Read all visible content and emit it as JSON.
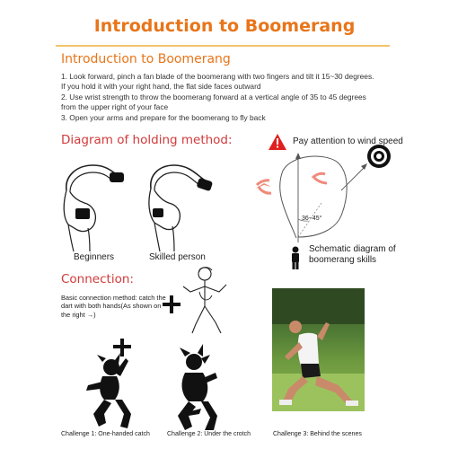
{
  "header": {
    "title": "Introduction to Boomerang",
    "subtitle": "Introduction to Boomerang"
  },
  "instructions": [
    "1. Look forward, pinch a fan blade of the boomerang with two fingers and tilt it 15~30 degrees.",
    "If you hold it with your right hand, the flat side faces outward",
    "2. Use wrist strength to throw the boomerang forward at a vertical angle of 35 to 45 degrees",
    "from the upper right of your face",
    "3. Open your arms and prepare for the boomerang to fly back"
  ],
  "holding": {
    "heading": "Diagram of holding method:",
    "beginners_label": "Beginners",
    "skilled_label": "Skilled person"
  },
  "flight": {
    "warning": "Pay attention to wind speed",
    "angle_label": "36~45°",
    "schematic_label": "Schematic diagram of boomerang skills"
  },
  "connection": {
    "heading": "Connection:",
    "method_text": "Basic connection method: catch the dart with both hands(As shown on the right →)",
    "challenge1": "Challenge 1: One-handed catch",
    "challenge2": "Challenge 2: Under the crotch",
    "challenge3": "Challenge 3: Behind the scenes"
  },
  "colors": {
    "title_orange": "#e8751a",
    "section_red": "#d23a3a",
    "boomerang_pink": "#f08a7a",
    "warning_red": "#e02020"
  }
}
